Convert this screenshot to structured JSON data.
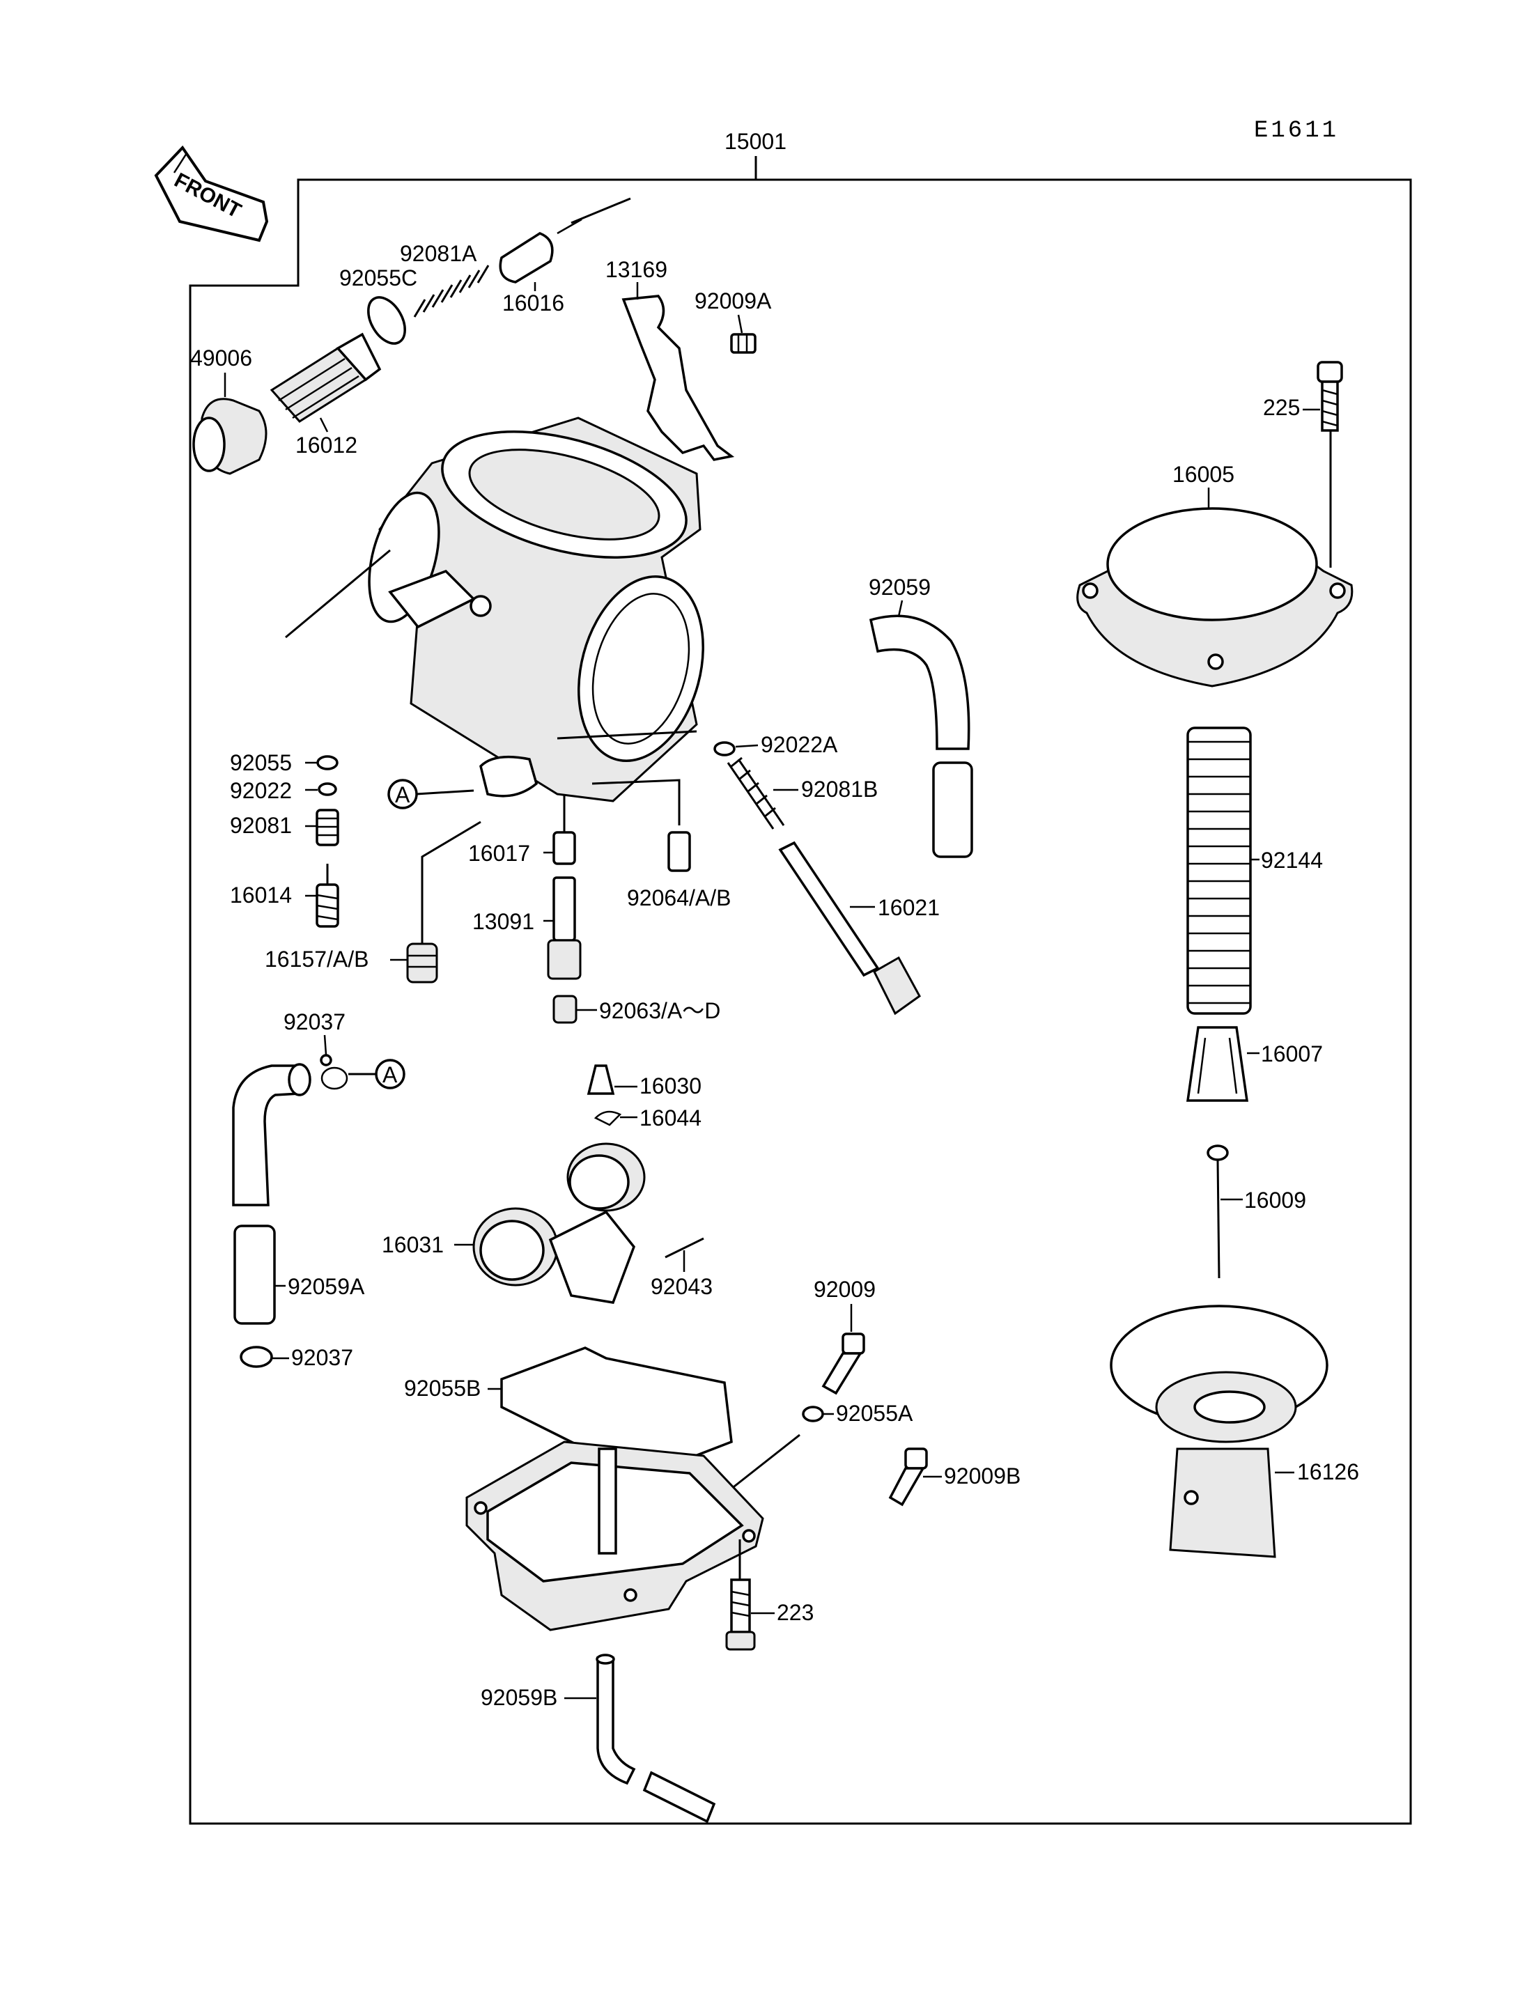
{
  "diagram_code": "E1611",
  "assembly_label": "15001",
  "front_label": "FRONT",
  "callout_marker": "A",
  "parts": {
    "p92081A": "92081A",
    "p92055C": "92055C",
    "p16016": "16016",
    "p13169": "13169",
    "p92009A": "92009A",
    "p49006": "49006",
    "p16012": "16012",
    "p225": "225",
    "p16005": "16005",
    "p92059": "92059",
    "p92055": "92055",
    "p92022": "92022",
    "p92081": "92081",
    "p16014": "16014",
    "p16157AB": "16157/A/B",
    "p16017": "16017",
    "p13091": "13091",
    "p92064AB": "92064/A/B",
    "p92063AD": "92063/A～D",
    "p92022A": "92022A",
    "p92081B": "92081B",
    "p16021": "16021",
    "p92144": "92144",
    "p16007": "16007",
    "p92037a": "92037",
    "p16030": "16030",
    "p16044": "16044",
    "p16009": "16009",
    "p16031": "16031",
    "p92043": "92043",
    "p92059A": "92059A",
    "p92037b": "92037",
    "p92009": "92009",
    "p92055B": "92055B",
    "p92055A": "92055A",
    "p92009B": "92009B",
    "p16126": "16126",
    "p223": "223",
    "p92059B": "92059B"
  }
}
